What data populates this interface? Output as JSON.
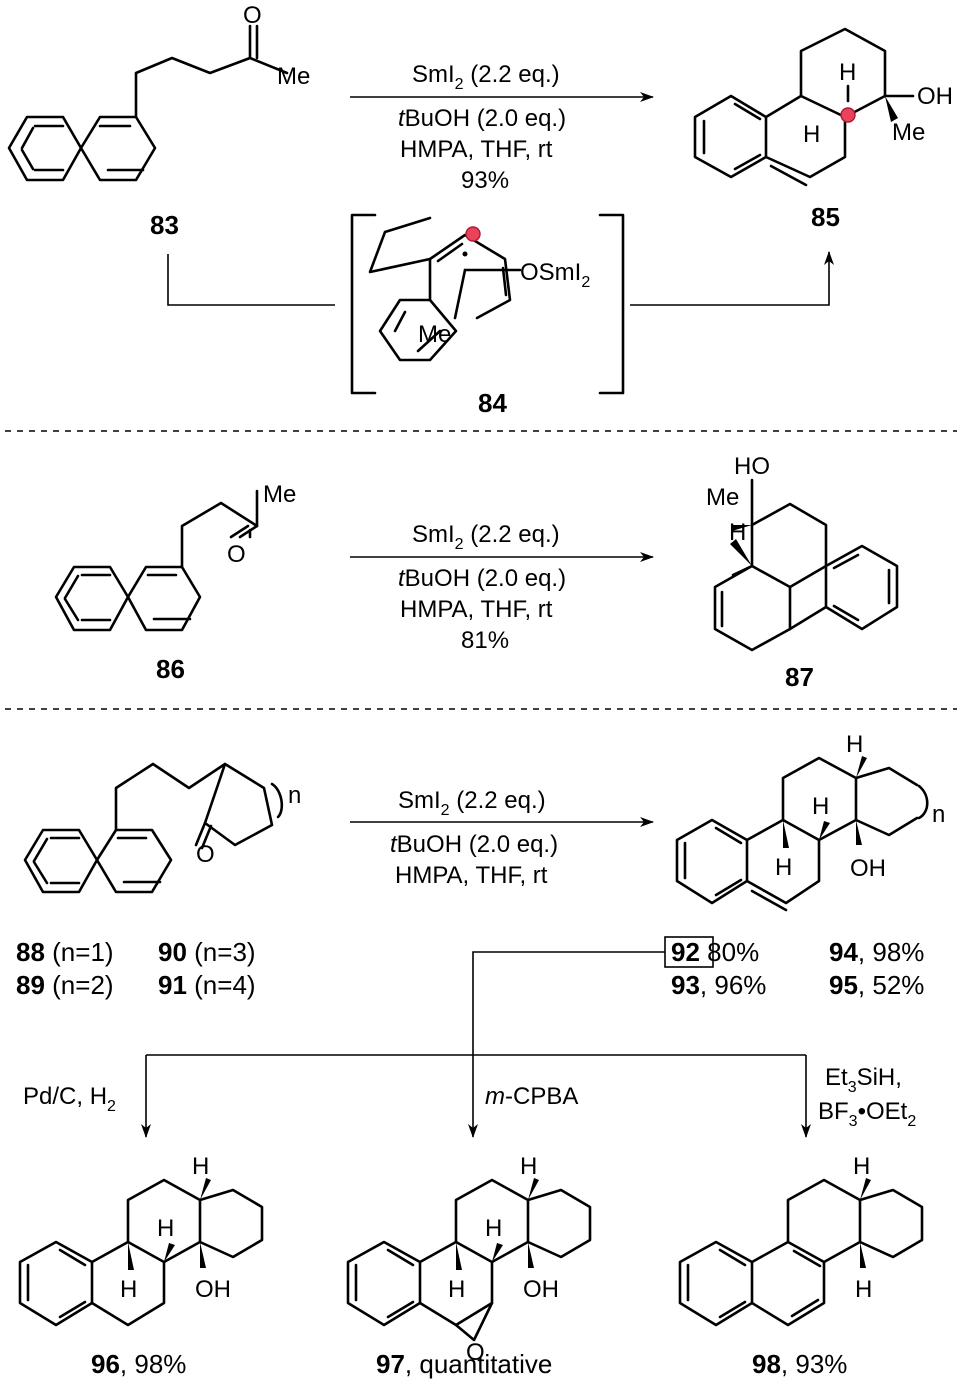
{
  "colors": {
    "ink": "#000000",
    "radical_dot": "#e9435c",
    "background": "#ffffff"
  },
  "atoms": {
    "O": "O",
    "Me": "Me",
    "OH": "OH",
    "H": "H",
    "HO": "HO",
    "OSmI": "OSmI",
    "sub2": "2",
    "n": "n"
  },
  "reaction1": {
    "reagent1": "SmI",
    "reagent1_sub": "2",
    "reagent1_rest": " (2.2 eq.)",
    "reagent2_italic": "t",
    "reagent2_rest": "BuOH (2.0 eq.)",
    "solvent": "HMPA, THF, rt",
    "yield": "93%",
    "start_label": "83",
    "intermediate_label": "84",
    "product_label": "85"
  },
  "reaction2": {
    "reagent1": "SmI",
    "reagent1_sub": "2",
    "reagent1_rest": " (2.2 eq.)",
    "reagent2_italic": "t",
    "reagent2_rest": "BuOH (2.0 eq.)",
    "solvent": "HMPA, THF, rt",
    "yield": "81%",
    "start_label": "86",
    "product_label": "87"
  },
  "reaction3": {
    "reagent1": "SmI",
    "reagent1_sub": "2",
    "reagent1_rest": " (2.2 eq.)",
    "reagent2_italic": "t",
    "reagent2_rest": "BuOH (2.0 eq.)",
    "solvent": "HMPA, THF, rt",
    "substrates": [
      {
        "num": "88",
        "cond": " (n=1)"
      },
      {
        "num": "90",
        "cond": " (n=3)"
      },
      {
        "num": "89",
        "cond": " (n=2)"
      },
      {
        "num": "91",
        "cond": " (n=4)"
      }
    ],
    "products": [
      {
        "num": "92",
        "yield": " 80%"
      },
      {
        "num": "94",
        "yield": ", 98%"
      },
      {
        "num": "93",
        "yield": ", 96%"
      },
      {
        "num": "95",
        "yield": ", 52%"
      }
    ]
  },
  "derivatives": {
    "cond1": "Pd/C, H",
    "cond1_sub": "2",
    "cond2_italic": "m",
    "cond2_rest": "-CPBA",
    "cond3_line1": "Et",
    "cond3_line1_sub": "3",
    "cond3_line1_rest": "SiH,",
    "cond3_line2": "BF",
    "cond3_line2_sub": "3",
    "cond3_line2_rest": "•OEt",
    "cond3_line2_sub2": "2",
    "products": [
      {
        "num": "96",
        "yield": ", 98%"
      },
      {
        "num": "97",
        "yield": ", quantitative"
      },
      {
        "num": "98",
        "yield": ", 93%"
      }
    ]
  }
}
